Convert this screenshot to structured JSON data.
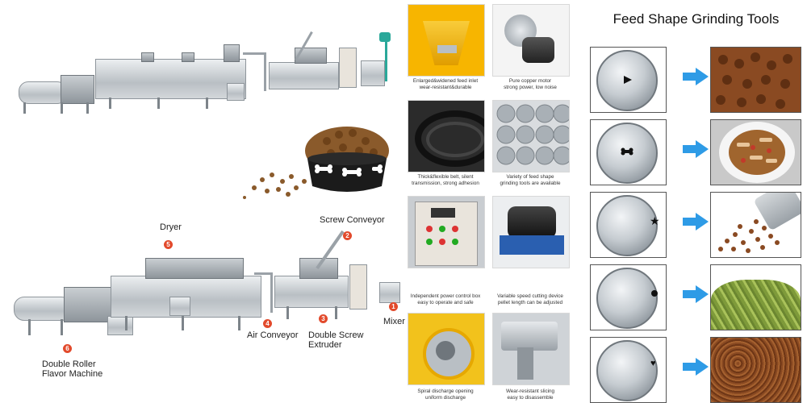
{
  "title": "Feed Shape Grinding Tools",
  "machine_labels": {
    "dryer": {
      "number": "5",
      "label": "Dryer"
    },
    "screw_conveyor": {
      "number": "2",
      "label": "Screw Conveyor"
    },
    "air_conveyor": {
      "number": "4",
      "label": "Air Conveyor"
    },
    "double_screw_extruder": {
      "number": "3",
      "label_line1": "Double Screw",
      "label_line2": "Extruder"
    },
    "mixer": {
      "number": "1",
      "label": "Mixer"
    },
    "double_roller": {
      "number": "6",
      "label_line1": "Double Roller",
      "label_line2": "Flavor Machine"
    }
  },
  "features": [
    {
      "line1": "Enlarged&widened feed inlet",
      "line2": "wear-resistant&durable"
    },
    {
      "line1": "Pure copper motor",
      "line2": "strong power, low noise"
    },
    {
      "line1": "Thick&flexible belt, silent",
      "line2": "transmission, strong adhesion"
    },
    {
      "line1": "Variety of feed shape",
      "line2": "grinding tools are available"
    },
    {
      "line1": "Independent power control box",
      "line2": "easy to operate and safe"
    },
    {
      "line1": "Variable speed cutting device",
      "line2": "pellet length can be adjusted"
    },
    {
      "line1": "Spiral discharge opening",
      "line2": "uniform discharge"
    },
    {
      "line1": "Wear-resistant slicing",
      "line2": "easy to disassemble"
    }
  ],
  "die_shapes": [
    {
      "shape": "triangle",
      "food": "brown-kibble"
    },
    {
      "shape": "bone",
      "food": "bone-kibble-bowl"
    },
    {
      "shape": "star",
      "food": "spilled-kibble"
    },
    {
      "shape": "circle",
      "food": "green-pellets"
    },
    {
      "shape": "heart",
      "food": "brown-granules"
    }
  ],
  "colors": {
    "arrow": "#2e9be6",
    "badge": "#e24a2c",
    "control_box": "#e9e4dc",
    "inlet_yellow": "#f7b500"
  }
}
